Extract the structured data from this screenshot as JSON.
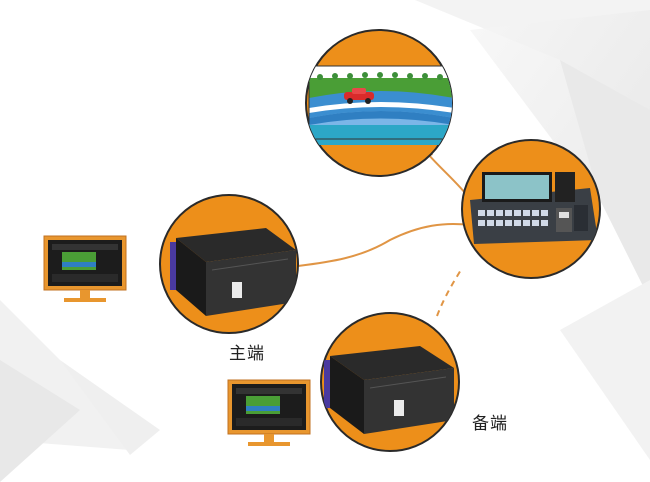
{
  "labels": {
    "main": "主端",
    "backup": "备端"
  },
  "colors": {
    "circle_fill": "#ED8F1A",
    "circle_stroke": "#2a2a2a",
    "cable": "#E09545",
    "monitor_frame": "#E8962E",
    "background_polygons": "#EEEEEE"
  },
  "icons": {
    "top_circle": "race-track-screen-image",
    "right_circle": "video-switcher-console",
    "left_circle": "server-chassis",
    "bottom_circle": "server-chassis",
    "left_monitor": "monitor-icon",
    "bottom_monitor": "monitor-icon"
  }
}
